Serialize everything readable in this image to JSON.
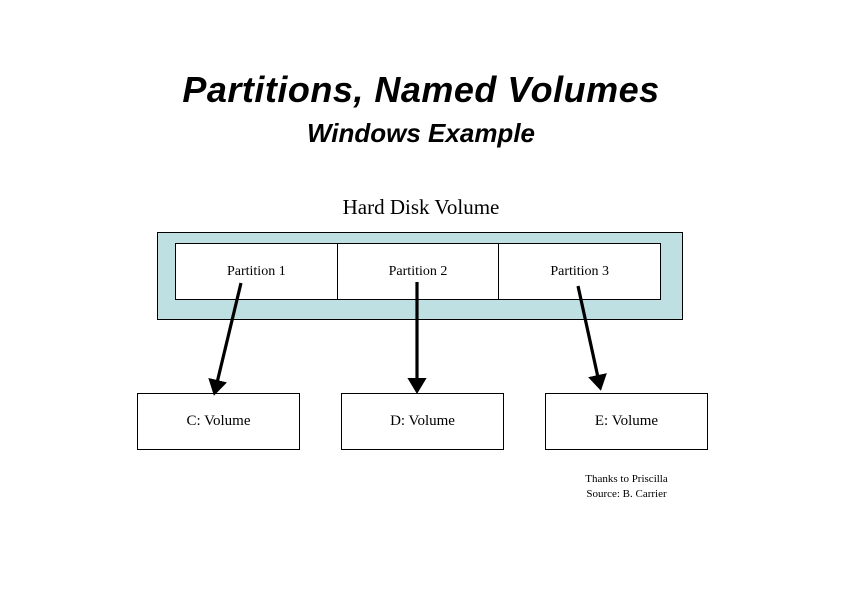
{
  "slide": {
    "title": "Partitions, Named Volumes",
    "subtitle": "Windows Example"
  },
  "diagram": {
    "container_label": "Hard Disk Volume",
    "container_fill_color": "#bfe0e3",
    "border_color": "#000000",
    "partitions": [
      {
        "label": "Partition 1"
      },
      {
        "label": "Partition 2"
      },
      {
        "label": "Partition 3"
      }
    ],
    "volumes": [
      {
        "label": "C: Volume"
      },
      {
        "label": "D: Volume"
      },
      {
        "label": "E: Volume"
      }
    ],
    "arrows": [
      {
        "name": "arrow-partition1-to-c-volume",
        "from_partition": "Partition 1",
        "to_volume": "C: Volume"
      },
      {
        "name": "arrow-partition2-to-d-volume",
        "from_partition": "Partition 2",
        "to_volume": "D: Volume"
      },
      {
        "name": "arrow-partition3-to-e-volume",
        "from_partition": "Partition 3",
        "to_volume": "E: Volume"
      }
    ]
  },
  "credits": {
    "line1": "Thanks to Priscilla",
    "line2": "Source: B. Carrier"
  }
}
